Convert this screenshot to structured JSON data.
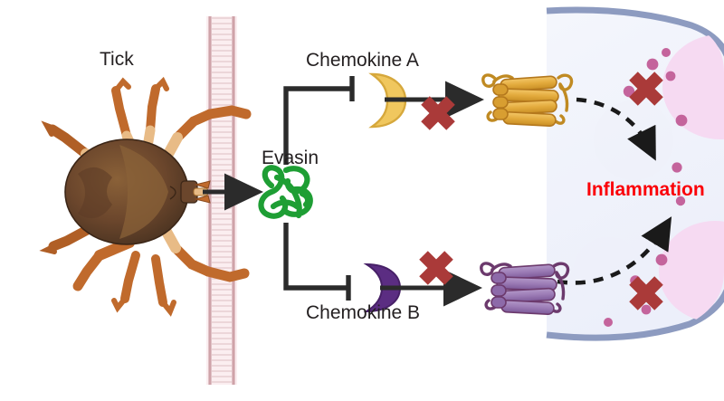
{
  "diagram": {
    "title": "Tick evasin blockade of chemokine signalling",
    "labels": {
      "tick": "Tick",
      "evasin": "Evasin",
      "chemokine_a": "Chemokine A",
      "chemokine_b": "Chemokine B",
      "inflammation": "Inflammation"
    },
    "icons": {
      "tick": "tick-illustration",
      "skin_barrier": "lipid-bilayer-barrier",
      "evasin_protein": "green-coiled-protein",
      "chemokine_a": "gold-crescent-chemokine",
      "chemokine_b": "purple-crescent-chemokine",
      "receptor_a": "gold-gpcr-seven-helix-receptor",
      "receptor_b": "purple-gpcr-seven-helix-receptor",
      "blocked_a": "red-x-block-mark",
      "blocked_b": "red-x-block-mark",
      "blocked_signal_top": "red-x-block-mark",
      "blocked_signal_bottom": "red-x-block-mark",
      "cell": "immune-cell",
      "nucleus_upper": "nucleus-lobe",
      "nucleus_lower": "nucleus-lobe",
      "signal_arrow_top": "dashed-curved-signal-arrow",
      "signal_arrow_bottom": "dashed-curved-signal-arrow",
      "secretion_arrow": "solid-arrow",
      "inhibition_a": "inhibition-t-bar",
      "inhibition_b": "inhibition-t-bar"
    },
    "colors": {
      "text": "#231f20",
      "inflammation_text": "#fb0007",
      "block_mark": "#aa3a39",
      "evasin": "#1e9e34",
      "chemokine_a": "#f0c75e",
      "chemokine_a_edge": "#d6a83c",
      "chemokine_b": "#5b2d82",
      "receptor_a": "#e0a93b",
      "receptor_a_edge": "#b4781d",
      "receptor_b": "#9b7bb5",
      "receptor_b_edge": "#6c3a6d",
      "cell_fill": "#f2f4fb",
      "cell_border": "#8d9bc0",
      "nucleus": "#f6daf2",
      "granule": "#c4649c",
      "barrier": "#f7e6e8",
      "barrier_line": "#c89fa4",
      "tick_body_dark": "#4a3123",
      "tick_body_mid": "#6b462c",
      "tick_body_light": "#8a6138",
      "tick_leg": "#c06a2c",
      "tick_leg_light": "#e8bb86",
      "connector": "#2b2b2b"
    },
    "flow": {
      "steps": [
        "Tick secretes Evasin",
        "Evasin inhibits Chemokine A",
        "Evasin inhibits Chemokine B",
        "Chemokine A cannot activate its receptor",
        "Chemokine B cannot activate its receptor",
        "Inflammation signalling is blocked"
      ]
    }
  }
}
